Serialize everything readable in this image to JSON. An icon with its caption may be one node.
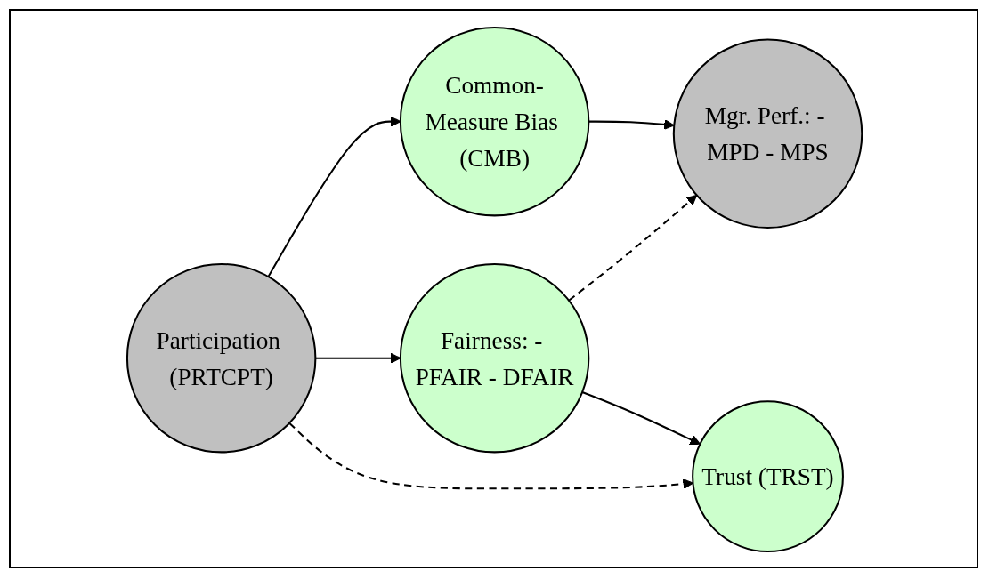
{
  "diagram": {
    "nodes": [
      {
        "text": [
          "Participation (PRTCPT)"
        ]
      },
      {
        "text": [
          "Common-Measure Bias (CMB)"
        ]
      },
      {
        "text": [
          "Fairness: - PFAIR - DFAIR"
        ]
      },
      {
        "text": [
          "Mgr. Perf.: - MPD - MPS"
        ]
      },
      {
        "text": [
          "Trust (TRST)"
        ]
      }
    ],
    "edges": [
      {
        "from": 0,
        "to": 1,
        "arrow": "to"
      },
      {
        "from": 0,
        "to": 2,
        "arrow": "to"
      },
      {
        "from": 0,
        "to": 4,
        "arrow": "to",
        "style": "dashed"
      },
      {
        "from": 1,
        "to": 3,
        "arrow": "to"
      },
      {
        "from": 2,
        "to": 3,
        "arrow": "to",
        "style": "dashed"
      },
      {
        "from": 2,
        "to": 4,
        "arrow": "to"
      }
    ]
  }
}
